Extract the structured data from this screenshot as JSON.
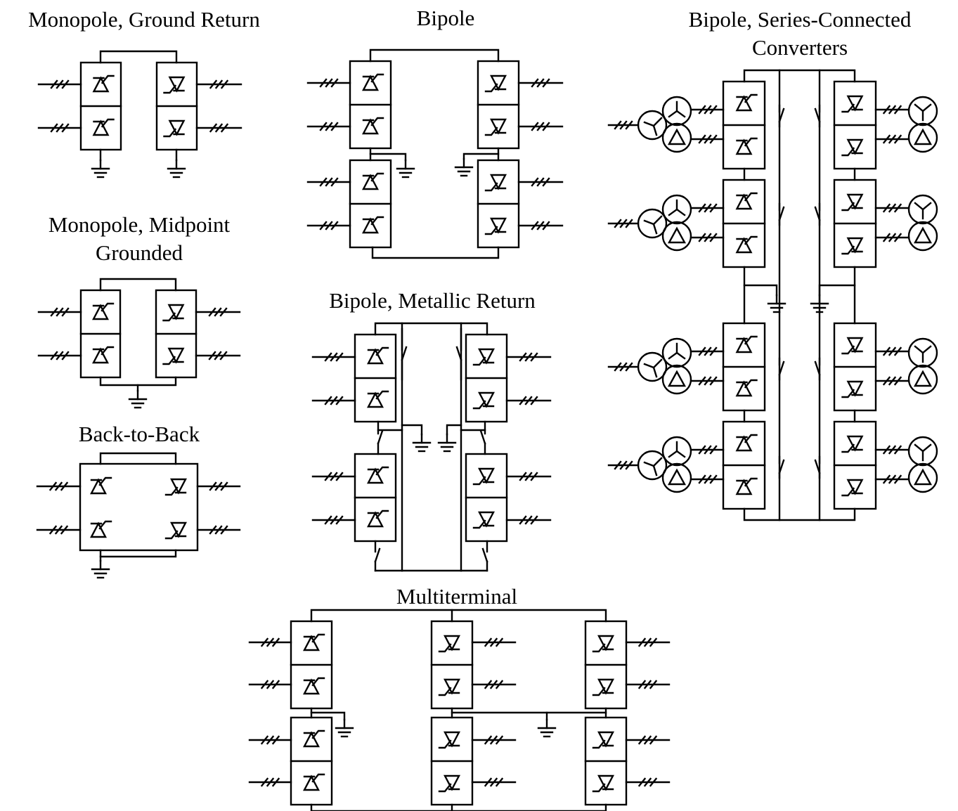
{
  "figure": {
    "background": "#ffffff",
    "stroke_color": "#000000",
    "panels": [
      {
        "id": "monopole-ground-return",
        "title_lines": [
          "Monopole, Ground Return"
        ]
      },
      {
        "id": "bipole",
        "title_lines": [
          "Bipole"
        ]
      },
      {
        "id": "bipole-series",
        "title_lines": [
          "Bipole, Series-Connected",
          "Converters"
        ]
      },
      {
        "id": "monopole-midpoint",
        "title_lines": [
          "Monopole, Midpoint",
          "Grounded"
        ]
      },
      {
        "id": "bipole-metallic",
        "title_lines": [
          "Bipole, Metallic Return"
        ]
      },
      {
        "id": "back-to-back",
        "title_lines": [
          "Back-to-Back"
        ]
      },
      {
        "id": "multiterminal",
        "title_lines": [
          "Multiterminal"
        ]
      }
    ],
    "symbols": {
      "converter": "thyristor-valve-icon",
      "ground": "ground-icon",
      "ac_line": "three-phase-ac-line-icon",
      "switch": "disconnect-switch-icon",
      "transformer": "wye-delta-transformer-icon"
    }
  }
}
